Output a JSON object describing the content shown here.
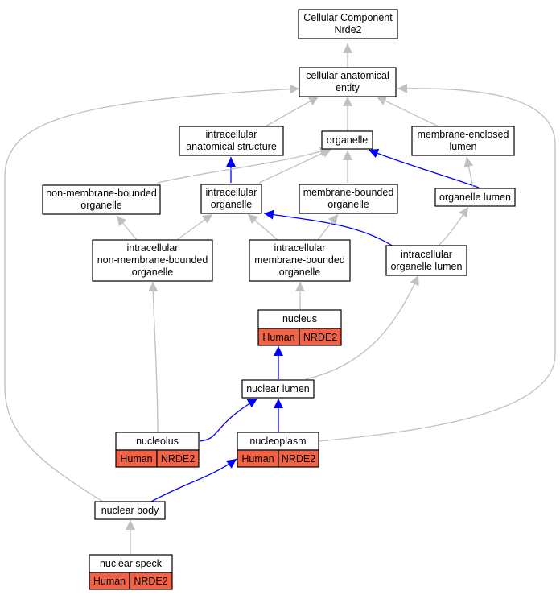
{
  "colors": {
    "gray_edge": "#c0c0c0",
    "blue_edge": "#0000ff",
    "badge_fill": "#f26247",
    "node_border": "#000000"
  },
  "nodes": {
    "root": {
      "lines": [
        "Cellular Component",
        "Nrde2"
      ]
    },
    "cae": {
      "lines": [
        "cellular anatomical",
        "entity"
      ]
    },
    "ias": {
      "lines": [
        "intracellular",
        "anatomical structure"
      ]
    },
    "organelle": {
      "lines": [
        "organelle"
      ]
    },
    "mel": {
      "lines": [
        "membrane-enclosed",
        "lumen"
      ]
    },
    "nmbo": {
      "lines": [
        "non-membrane-bounded",
        "organelle"
      ]
    },
    "io": {
      "lines": [
        "intracellular",
        "organelle"
      ]
    },
    "mbo": {
      "lines": [
        "membrane-bounded",
        "organelle"
      ]
    },
    "ol": {
      "lines": [
        "organelle lumen"
      ]
    },
    "inmbo": {
      "lines": [
        "intracellular",
        "non-membrane-bounded",
        "organelle"
      ]
    },
    "imbo": {
      "lines": [
        "intracellular",
        "membrane-bounded",
        "organelle"
      ]
    },
    "iol": {
      "lines": [
        "intracellular",
        "organelle lumen"
      ]
    },
    "nucleus": {
      "lines": [
        "nucleus"
      ],
      "badges": [
        "Human",
        "NRDE2"
      ]
    },
    "nl": {
      "lines": [
        "nuclear lumen"
      ]
    },
    "nucleolus": {
      "lines": [
        "nucleolus"
      ],
      "badges": [
        "Human",
        "NRDE2"
      ]
    },
    "nucleoplasm": {
      "lines": [
        "nucleoplasm"
      ],
      "badges": [
        "Human",
        "NRDE2"
      ]
    },
    "nb": {
      "lines": [
        "nuclear body"
      ]
    },
    "ns": {
      "lines": [
        "nuclear speck"
      ],
      "badges": [
        "Human",
        "NRDE2"
      ]
    }
  },
  "edges": [
    {
      "from": "cae",
      "to": "root",
      "color": "gray"
    },
    {
      "from": "ias",
      "to": "cae",
      "color": "gray"
    },
    {
      "from": "organelle",
      "to": "cae",
      "color": "gray"
    },
    {
      "from": "mel",
      "to": "cae",
      "color": "gray"
    },
    {
      "from": "nb",
      "to": "cae",
      "color": "gray"
    },
    {
      "from": "nucleoplasm",
      "to": "cae",
      "color": "gray"
    },
    {
      "from": "io",
      "to": "ias",
      "color": "blue"
    },
    {
      "from": "nmbo",
      "to": "organelle",
      "color": "gray"
    },
    {
      "from": "io",
      "to": "organelle",
      "color": "gray"
    },
    {
      "from": "mbo",
      "to": "organelle",
      "color": "gray"
    },
    {
      "from": "ol",
      "to": "organelle",
      "color": "blue"
    },
    {
      "from": "ol",
      "to": "mel",
      "color": "gray"
    },
    {
      "from": "inmbo",
      "to": "nmbo",
      "color": "gray"
    },
    {
      "from": "inmbo",
      "to": "io",
      "color": "gray"
    },
    {
      "from": "imbo",
      "to": "io",
      "color": "gray"
    },
    {
      "from": "iol",
      "to": "io",
      "color": "blue"
    },
    {
      "from": "imbo",
      "to": "mbo",
      "color": "gray"
    },
    {
      "from": "iol",
      "to": "ol",
      "color": "gray"
    },
    {
      "from": "nucleus",
      "to": "imbo",
      "color": "gray"
    },
    {
      "from": "nucleolus",
      "to": "inmbo",
      "color": "gray"
    },
    {
      "from": "nl",
      "to": "iol",
      "color": "gray"
    },
    {
      "from": "nl",
      "to": "nucleus",
      "color": "blue"
    },
    {
      "from": "nucleolus",
      "to": "nl",
      "color": "blue"
    },
    {
      "from": "nucleoplasm",
      "to": "nl",
      "color": "blue"
    },
    {
      "from": "nb",
      "to": "nucleoplasm",
      "color": "blue"
    },
    {
      "from": "ns",
      "to": "nb",
      "color": "gray"
    }
  ]
}
